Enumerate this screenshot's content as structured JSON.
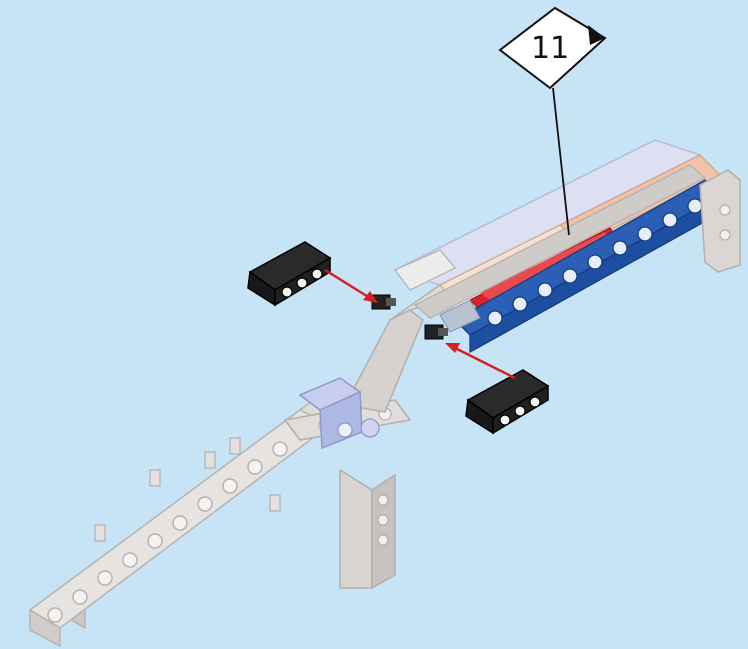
{
  "step": {
    "number": "11",
    "corner_icon": "rotate-indicator-icon"
  },
  "colors": {
    "background": "#c6e4f6",
    "beam_light_gray": "#d9d6d4",
    "beam_blue": "#1c4fa0",
    "beam_dark": "#1e1e1e",
    "panel_red": "#d9232b",
    "panel_peach": "#f0c3a8",
    "panel_lavender": "#d9dcf2",
    "connector_blue": "#aeb8e4",
    "arrow_red": "#d62020"
  },
  "parts": [
    {
      "name": "black-tread-link-left",
      "action": "insert"
    },
    {
      "name": "black-tread-link-right",
      "action": "insert"
    }
  ]
}
